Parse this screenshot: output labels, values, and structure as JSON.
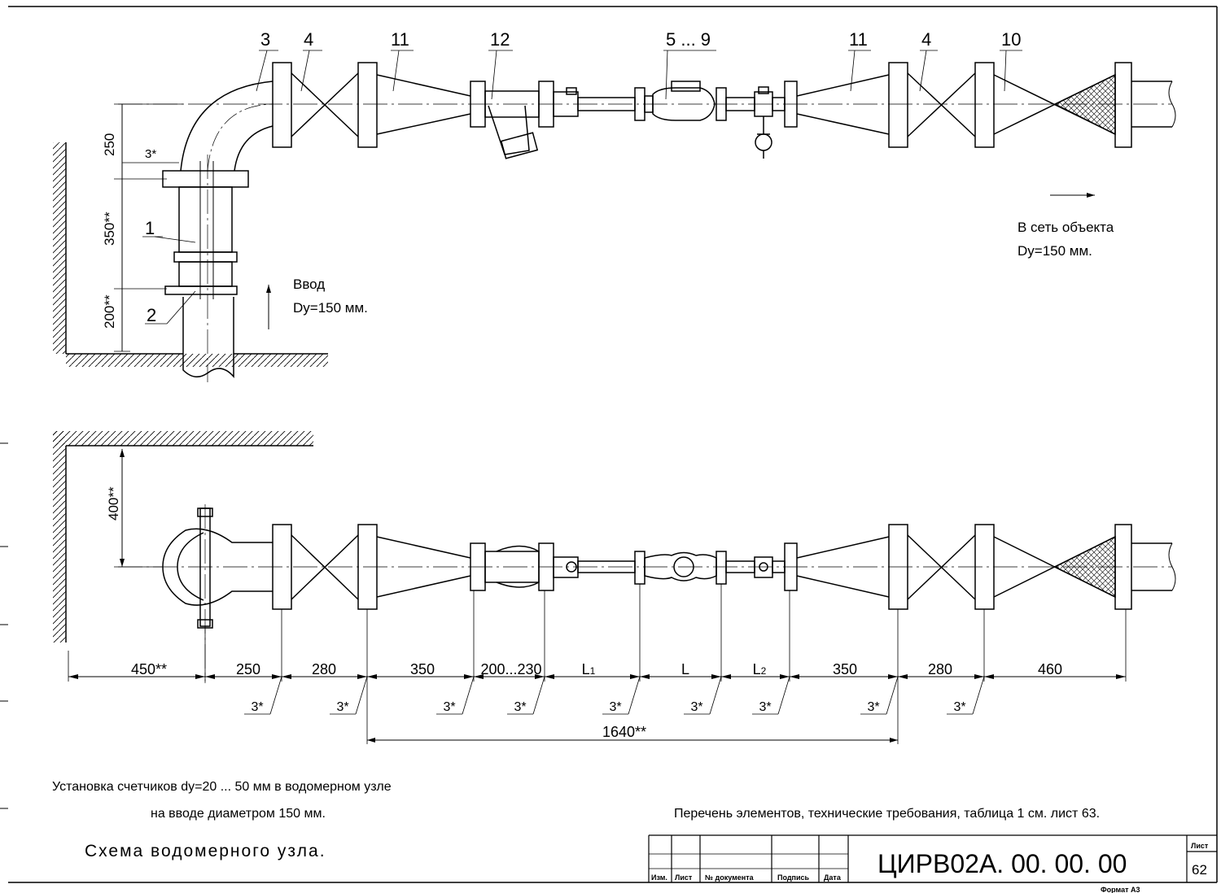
{
  "callouts_top": {
    "n3": "3",
    "n4a": "4",
    "n11a": "11",
    "n12": "12",
    "n5_9": "5 ... 9",
    "n11b": "11",
    "n4b": "4",
    "n10": "10",
    "n1": "1",
    "n2": "2",
    "n3star": "3*"
  },
  "dims_top": {
    "d250": "250",
    "d350": "350**",
    "d200": "200**"
  },
  "inlet": {
    "label": "Ввод",
    "dia": "Dy=150 мм."
  },
  "outlet": {
    "label": "В сеть объекта",
    "dia": "Dy=150 мм."
  },
  "dims_bottom": {
    "d400": "400**",
    "segments": [
      "450**",
      "250",
      "280",
      "350",
      "200...230",
      "L",
      "L",
      "350",
      "280",
      "460"
    ],
    "sub1": "1",
    "sub2": "2",
    "gap": "3*",
    "total": "1640**"
  },
  "notes": {
    "line1": "Установка счетчиков dy=20 ... 50 мм в водомерном узле",
    "line2": "на вводе диаметром 150 мм.",
    "ref": "Перечень элементов, технические требования, таблица 1 см. лист 63.",
    "title": "Схема водомерного узла."
  },
  "stamp": {
    "cols": [
      "Изм.",
      "Лист",
      "№ документа",
      "Подпись",
      "Дата"
    ],
    "code": "ЦИРВ02А. 00. 00. 00",
    "sheet_label": "Лист",
    "sheet_no": "62",
    "format": "Формат А3"
  }
}
